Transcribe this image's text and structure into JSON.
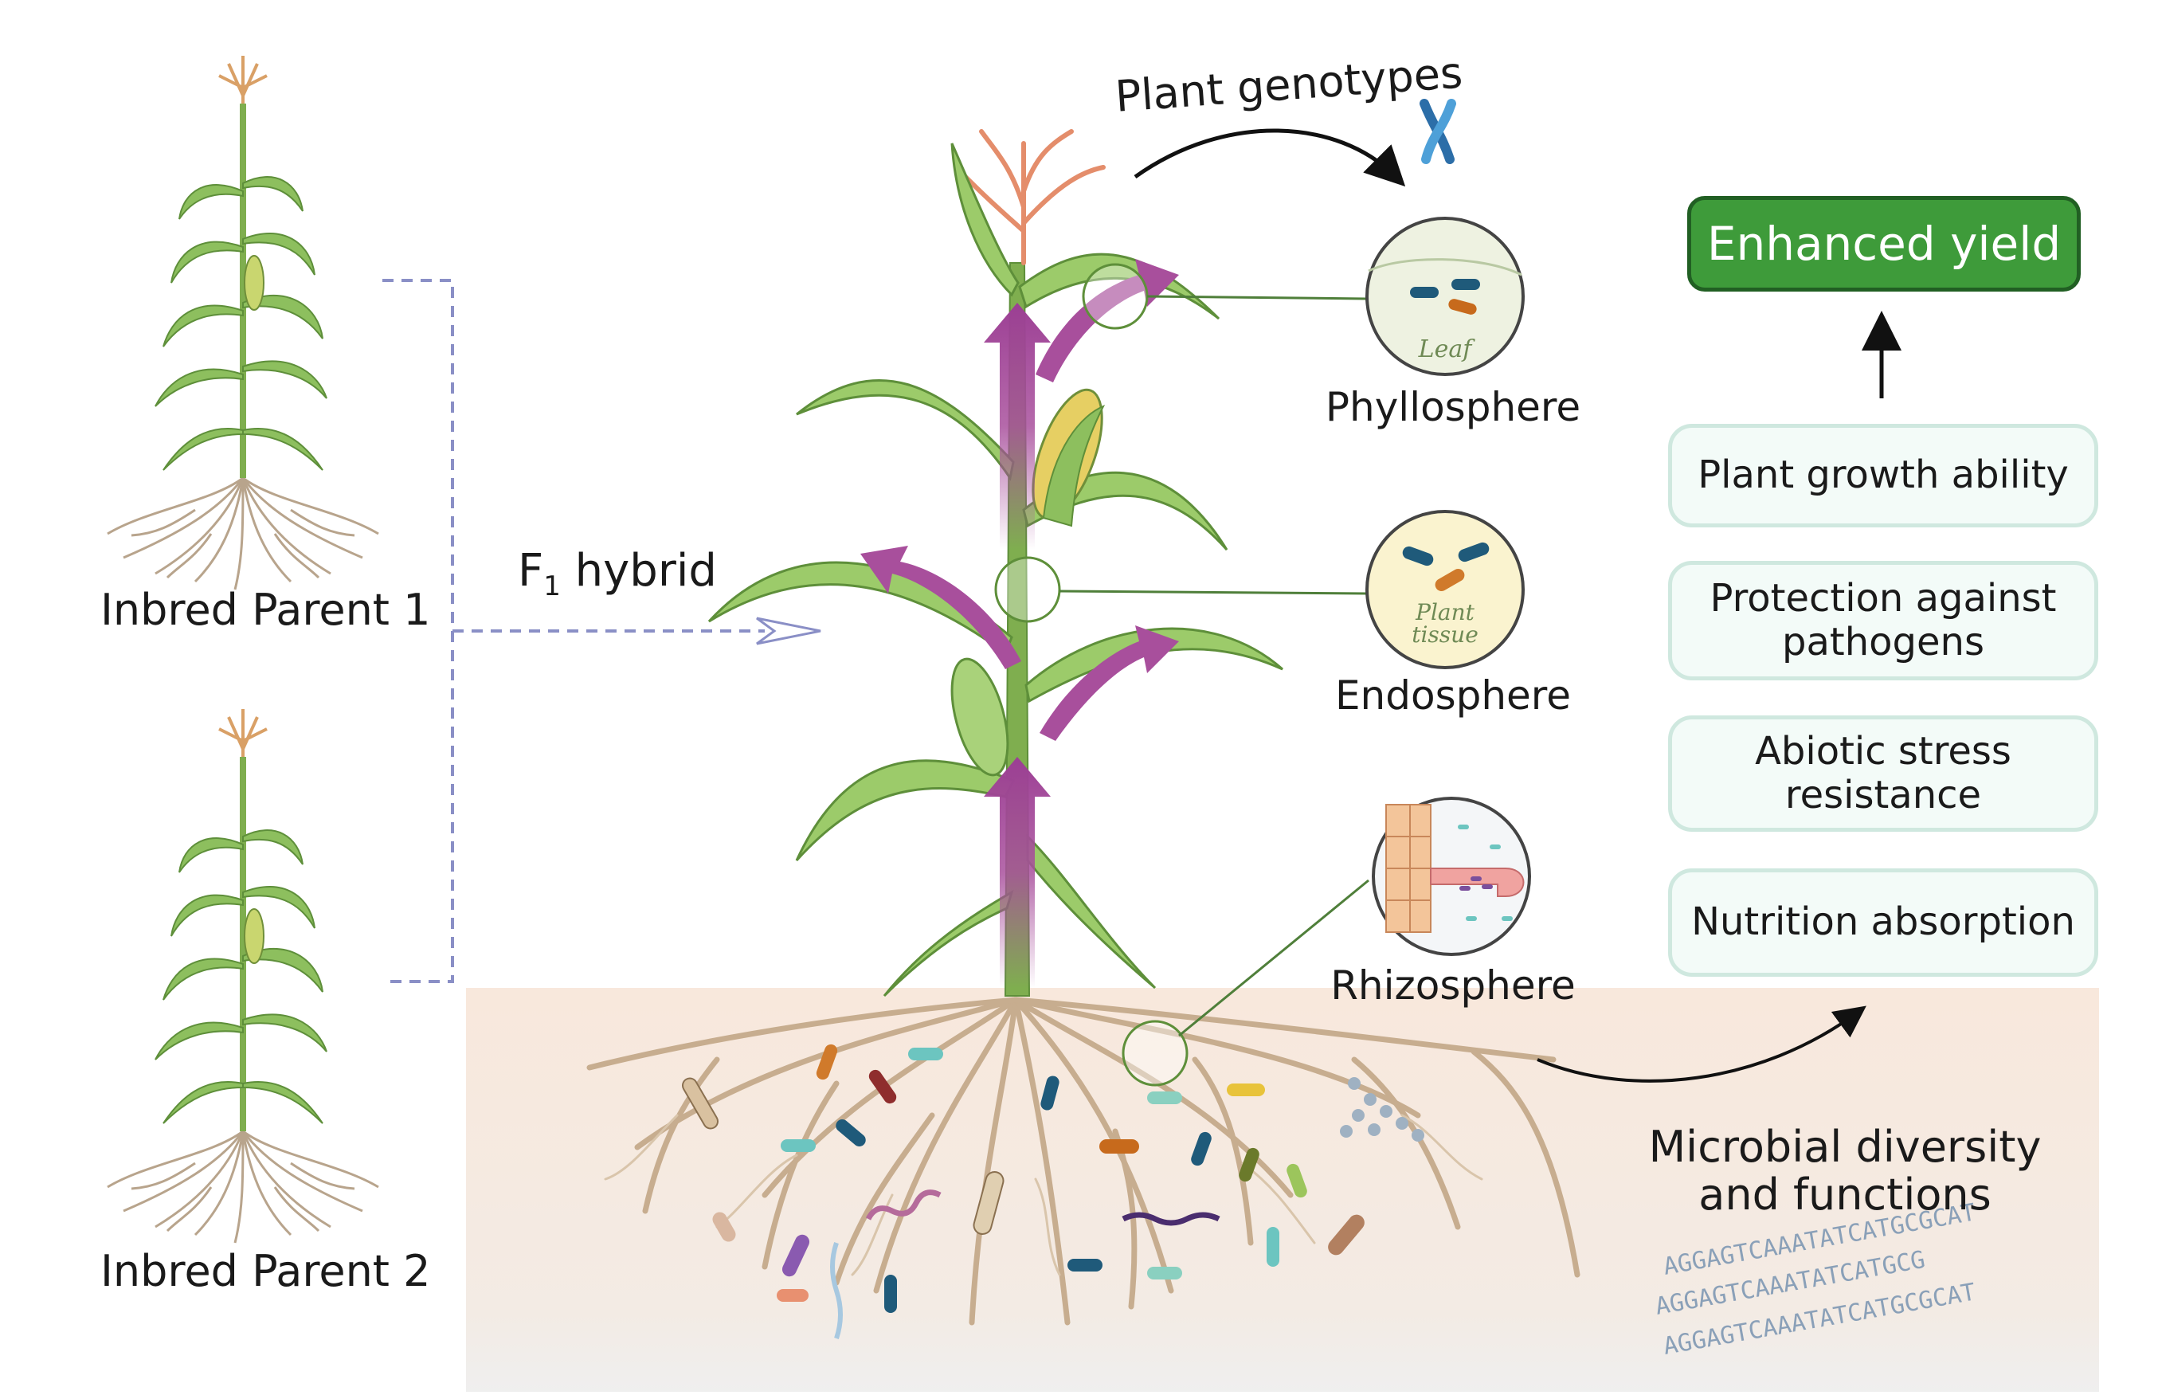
{
  "parents": {
    "parent1": "Inbred Parent 1",
    "parent2": "Inbred Parent 2"
  },
  "hybrid": {
    "letter": "F",
    "subscript": "1",
    "word": "hybrid"
  },
  "genotypes": {
    "label": "Plant genotypes"
  },
  "zones": {
    "phyllosphere": {
      "label": "Phyllosphere",
      "inset_text": "Leaf"
    },
    "endosphere": {
      "label": "Endosphere",
      "inset_line1": "Plant",
      "inset_line2": "tissue"
    },
    "rhizosphere": {
      "label": "Rhizosphere"
    }
  },
  "outcome": {
    "label": "Enhanced yield"
  },
  "benefits": [
    "Plant growth ability",
    "Protection against pathogens",
    "Abiotic stress resistance",
    "Nutrition absorption"
  ],
  "microbial": {
    "label": "Microbial diversity and functions"
  },
  "dna": {
    "line1": "AGGAGTCAAATATCATGCGCAT",
    "line2": "AGGAGTCAAATATCATGCG",
    "line3": "AGGAGTCAAATATCATGCGCAT"
  },
  "colors": {
    "soil": "#f6e9df",
    "leaf": "#8dbf5e",
    "stem": "#7fae4f",
    "root": "#c7ad8f",
    "flow_arrow": "#a84f9c",
    "benefit_border": "#cfe8df",
    "yield_fill": "#3e9b3a",
    "dashed_line": "#8a8fc6"
  },
  "icons": [
    "corn-plant-icon",
    "chromosome-icon",
    "bacteria-icon",
    "dna-sequence-icon"
  ]
}
